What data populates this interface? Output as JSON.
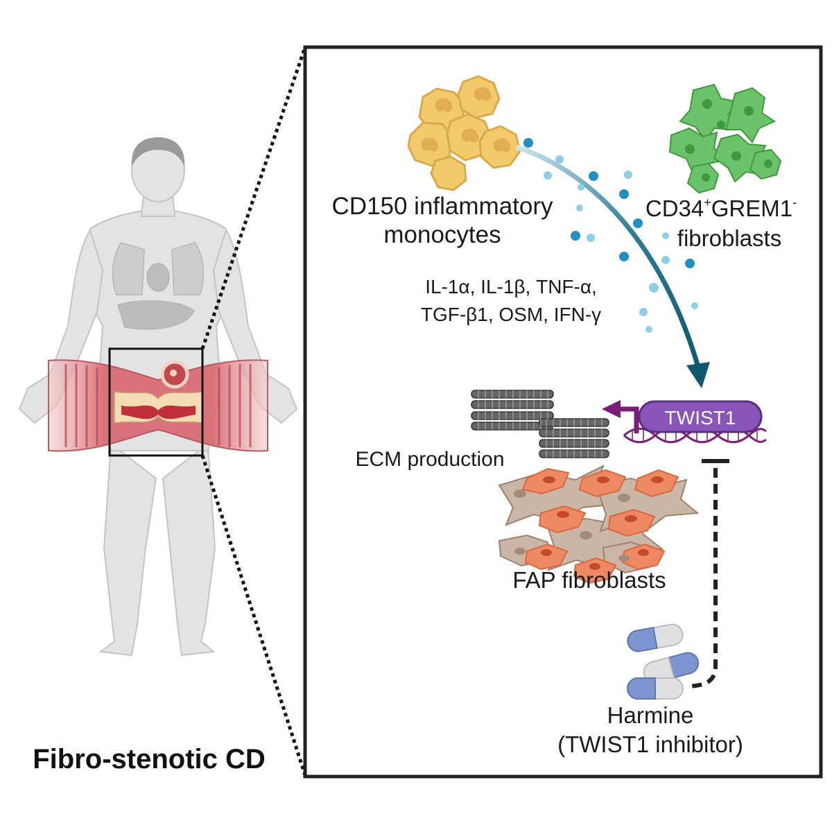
{
  "title": "Fibro-stenotic CD",
  "labels": {
    "monocytes_line1": "CD150 inflammatory",
    "monocytes_line2": "monocytes",
    "fibro34_prefix": "CD34",
    "fibro34_sup1": "+",
    "fibro34_mid": "GREM1",
    "fibro34_sup2": "-",
    "fibro34_line2": "fibroblasts",
    "cytokines_line1": "IL-1α, IL-1β, TNF-α,",
    "cytokines_line2": "TGF-β1, OSM, IFN-γ",
    "twist1": "TWIST1",
    "ecm": "ECM production",
    "fap": "FAP fibroblasts",
    "harmine_line1": "Harmine",
    "harmine_line2": "(TWIST1 inhibitor)"
  },
  "colors": {
    "monocyte": "#f2c96b",
    "fibroblast_green": "#6cc26a",
    "cytokine_dark": "#1f8fc4",
    "cytokine_light": "#8fcfe6",
    "arrow": "#0e5870",
    "twist1": "#8a55b8",
    "dna": "#7a1f78",
    "fap_orange": "#ee8a63",
    "fap_tan": "#cbb5a5",
    "collagen": "#555555",
    "pill_blue": "#7e95cf",
    "intestine": "#d9727a"
  }
}
